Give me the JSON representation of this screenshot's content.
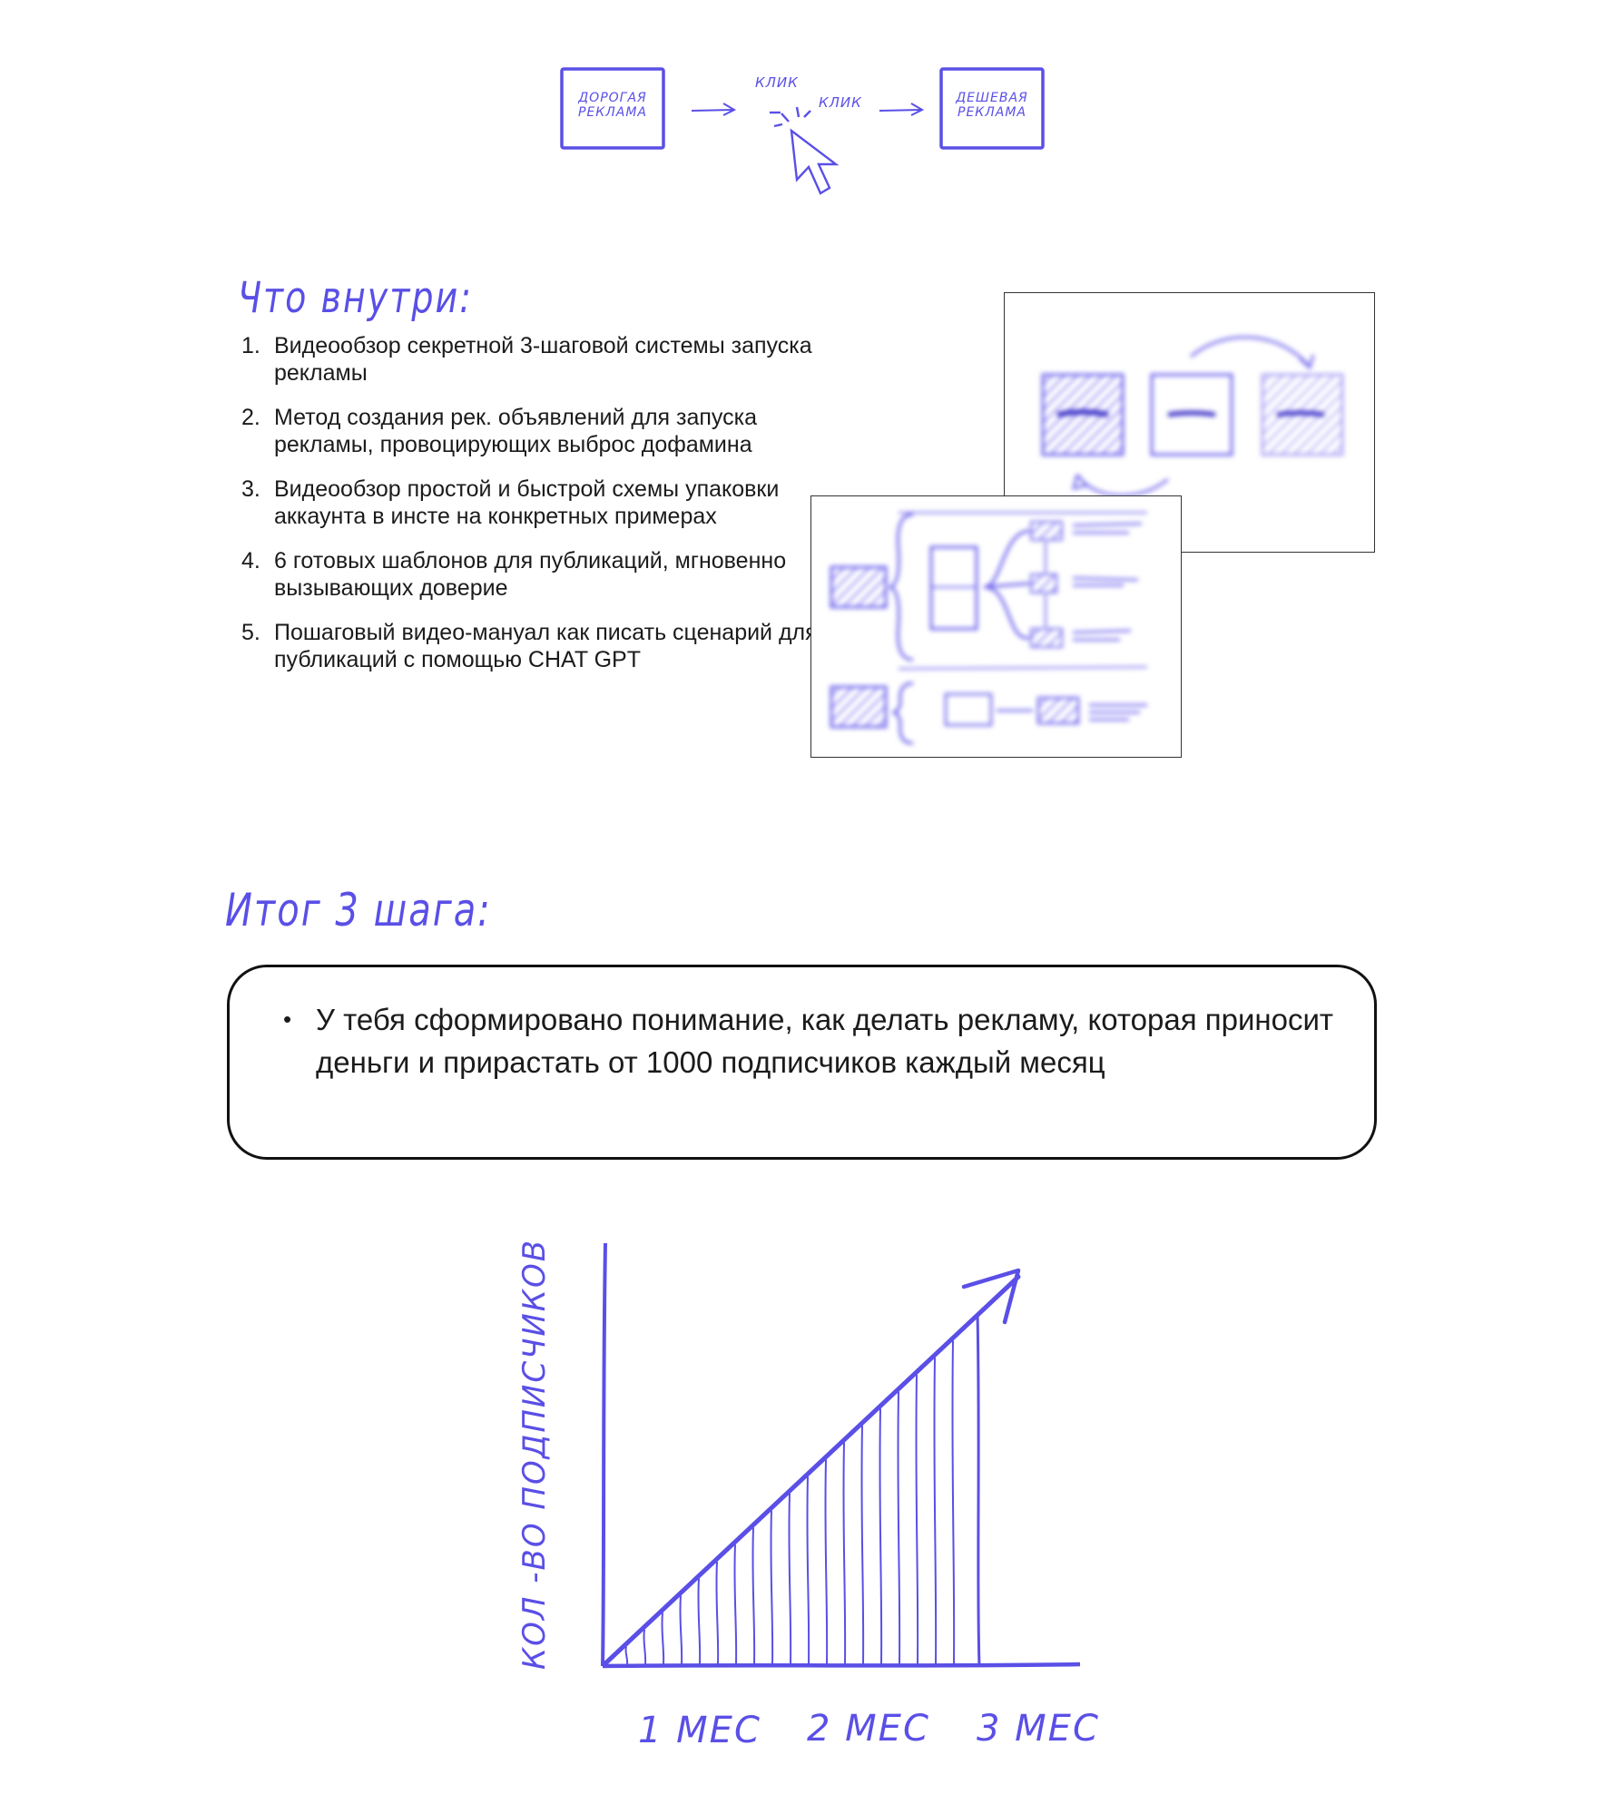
{
  "flow": {
    "left_box": "ДОРОГАЯ\nРЕКЛАМА",
    "left_box_line1": "ДОРОГАЯ",
    "left_box_line2": "РЕКЛАМА",
    "click_1": "КЛИК",
    "click_2": "КЛИК",
    "right_box_line1": "ДЕШЕВАЯ",
    "right_box_line2": "РЕКЛАМА",
    "accent_color": "#5a4fe6"
  },
  "inside": {
    "heading": "Что внутри:",
    "items": [
      {
        "num": "1.",
        "text": "Видеообзор секретной 3-шаговой системы запуска рекламы"
      },
      {
        "num": "2.",
        "text": "Метод создания рек. объявлений для запуска рекламы, провоцирующих выброс дофамина"
      },
      {
        "num": "3.",
        "text": "Видеообзор простой и быстрой схемы упаковки аккаунта в инсте на конкретных примерах"
      },
      {
        "num": "4.",
        "text": "6 готовых шаблонов для публикаций, мгновенно вызывающих доверие"
      },
      {
        "num": "5.",
        "text": "Пошаговый видео-мануал как писать сценарий для публикаций с помощью CHAT GPT"
      }
    ]
  },
  "result": {
    "heading": "Итог 3 шага:",
    "bullet": "•",
    "text": "У тебя сформировано понимание, как делать рекламу, которая приносит деньги и прирастать от 1000 подписчиков каждый месяц"
  },
  "chart_data": {
    "type": "area",
    "ylabel": "КОЛ -ВО ПОДПИСЧИКОВ",
    "categories": [
      "1 МЕС",
      "2 МЕС",
      "3 МЕС"
    ],
    "trend": "increasing",
    "color": "#5a4fe6"
  }
}
